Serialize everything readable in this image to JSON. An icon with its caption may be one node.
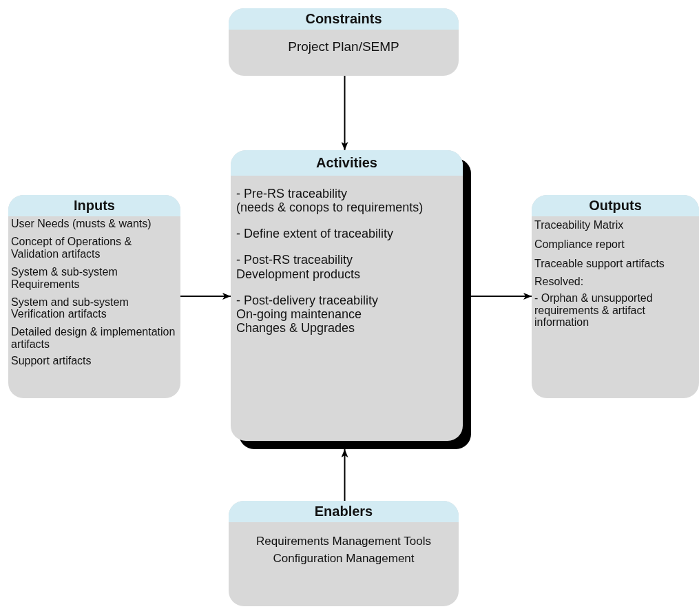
{
  "diagram": {
    "nodes": [
      {
        "text": [
          "Constraints",
          "Project Plan/SEMP"
        ]
      },
      {
        "text": [
          "Activities",
          "- Pre-RS traceability",
          "(needs & conops to requirements)",
          "- Define extent of traceability",
          "- Post-RS traceability",
          "Development products",
          "- Post-delivery traceability",
          "On-going maintenance",
          "Changes & Upgrades"
        ]
      },
      {
        "text": [
          "Inputs",
          "User Needs (musts & wants)",
          "Concept of Operations & Validation artifacts",
          "System & sub-system Requirements",
          "System and sub-system Verification artifacts",
          "Detailed design & implementation artifacts",
          "Support artifacts"
        ]
      },
      {
        "text": [
          "Outputs",
          "Traceability Matrix",
          "Compliance report",
          "Traceable support artifacts",
          "Resolved:",
          "- Orphan & unsupported requirements & artifact information"
        ]
      },
      {
        "text": [
          "Enablers",
          "Requirements Management Tools",
          "Configuration Management"
        ]
      }
    ],
    "edges": [
      {
        "from": 0,
        "to": 1,
        "arrow": "to"
      },
      {
        "from": 2,
        "to": 1,
        "arrow": "to"
      },
      {
        "from": 1,
        "to": 3,
        "arrow": "to"
      },
      {
        "from": 4,
        "to": 1,
        "arrow": "to"
      }
    ]
  }
}
